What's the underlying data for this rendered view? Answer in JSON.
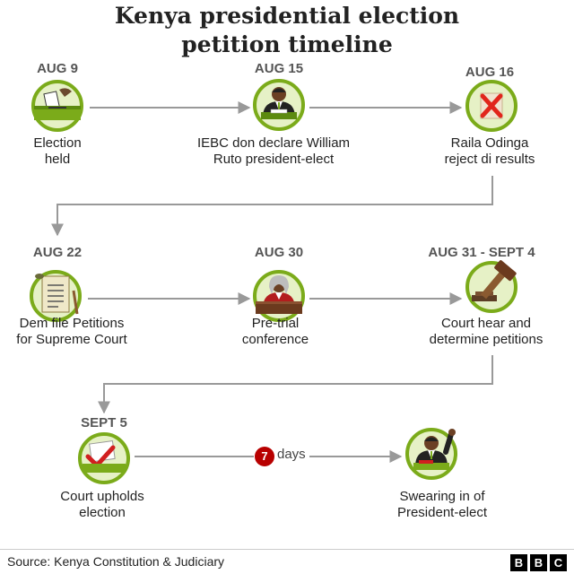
{
  "title": {
    "line1": "Kenya presidential election",
    "line2": "petition timeline"
  },
  "colors": {
    "circle_fill": "#e6f1c6",
    "circle_ring": "#7bab1a",
    "connector": "#999999",
    "badge": "#b80000",
    "cross": "#e1251b",
    "tick": "#d11f1f"
  },
  "events": [
    {
      "date": "AUG 9",
      "label": [
        "Election",
        "held"
      ],
      "icon": "ballot-box-icon"
    },
    {
      "date": "AUG 15",
      "label": [
        "IEBC don declare William",
        "Ruto president-elect"
      ],
      "icon": "official-at-podium-icon"
    },
    {
      "date": "AUG 16",
      "label": [
        "Raila Odinga",
        "reject di results"
      ],
      "icon": "rejected-ballot-icon"
    },
    {
      "date": "AUG 22",
      "label": [
        "Dem file Petitions",
        "for Supreme Court"
      ],
      "icon": "petition-scroll-icon"
    },
    {
      "date": "AUG 30",
      "label": [
        "Pre-trial",
        "conference"
      ],
      "icon": "judge-bench-icon"
    },
    {
      "date": "AUG 31 - SEPT 4",
      "label": [
        "Court hear and",
        "determine petitions"
      ],
      "icon": "gavel-icon"
    },
    {
      "date": "SEPT 5",
      "label": [
        "Court upholds",
        "election"
      ],
      "icon": "approved-ballot-icon"
    },
    {
      "date": "",
      "label": [
        "Swearing in of",
        "President-elect"
      ],
      "icon": "oath-taking-icon"
    }
  ],
  "interval": {
    "value": "7",
    "unit": "days"
  },
  "footer": {
    "source": "Source: Kenya Constitution & Judiciary",
    "logo": [
      "B",
      "B",
      "C"
    ]
  }
}
